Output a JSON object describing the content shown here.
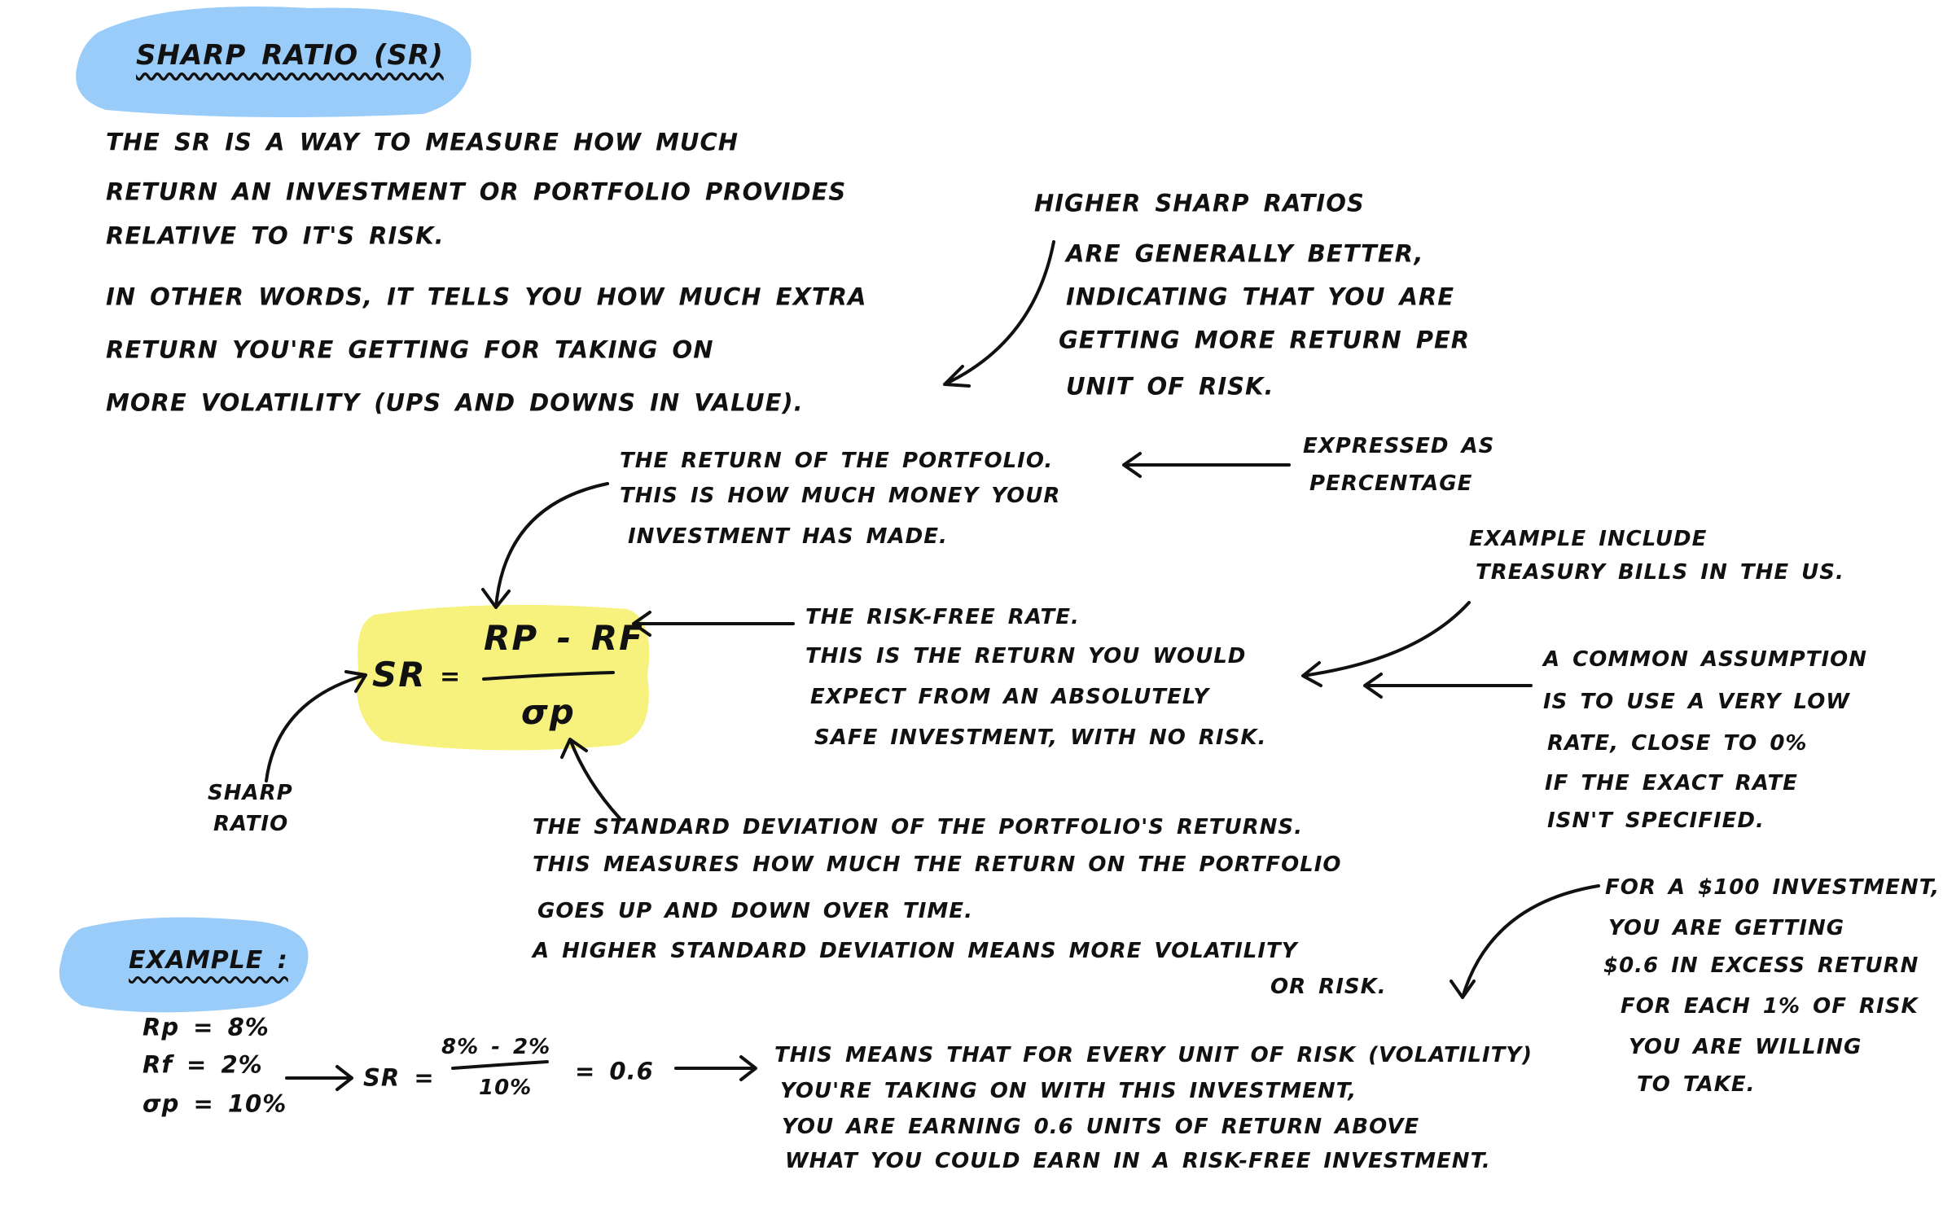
{
  "title": "SHARP RATIO (SR)",
  "intro": {
    "para1": [
      "THE SR IS A WAY TO MEASURE HOW MUCH",
      "RETURN AN INVESTMENT OR PORTFOLIO PROVIDES",
      "RELATIVE TO IT'S RISK."
    ],
    "para2": [
      "IN OTHER WORDS, IT TELLS YOU HOW MUCH EXTRA",
      "RETURN YOU'RE GETTING FOR TAKING ON",
      "MORE VOLATILITY (UPS AND DOWNS IN VALUE)."
    ]
  },
  "higher_note": [
    "HIGHER SHARP RATIOS",
    "ARE GENERALLY BETTER,",
    "INDICATING THAT YOU ARE",
    "GETTING MORE RETURN PER",
    "UNIT OF RISK."
  ],
  "formula": {
    "lhs": "SR",
    "equals": "=",
    "numerator": "Rp - Rf",
    "denominator": "σp",
    "label": [
      "SHARP",
      "RATIO"
    ]
  },
  "rp_note": [
    "THE RETURN OF THE PORTFOLIO.",
    "THIS IS HOW MUCH MONEY YOUR",
    "INVESTMENT HAS MADE."
  ],
  "percentage_note": [
    "EXPRESSED AS",
    "PERCENTAGE"
  ],
  "rf_note": [
    "THE RISK-FREE RATE.",
    "THIS IS THE RETURN YOU WOULD",
    "EXPECT FROM AN ABSOLUTELY",
    "SAFE INVESTMENT, WITH NO RISK."
  ],
  "treasury_note": [
    "EXAMPLE INCLUDE",
    "TREASURY BILLS IN THE US."
  ],
  "assumption_note": [
    "A COMMON ASSUMPTION",
    "IS TO USE A VERY LOW",
    "RATE, CLOSE TO 0%",
    "IF THE EXACT RATE",
    "ISN'T SPECIFIED."
  ],
  "sd_note": [
    "THE STANDARD DEVIATION OF THE PORTFOLIO'S RETURNS.",
    "THIS MEASURES HOW MUCH THE RETURN ON THE PORTFOLIO",
    "GOES UP AND DOWN OVER TIME.",
    "A HIGHER STANDARD DEVIATION MEANS MORE VOLATILITY",
    "OR RISK."
  ],
  "example": {
    "heading": "EXAMPLE :",
    "values": [
      "Rp = 8%",
      "Rf = 2%",
      "σp = 10%"
    ],
    "sr_label": "SR =",
    "numerator": "8% - 2%",
    "denominator": "10%",
    "result": "= 0.6",
    "meaning": [
      "THIS MEANS THAT FOR EVERY UNIT OF RISK (VOLATILITY)",
      "YOU'RE TAKING ON WITH THIS INVESTMENT,",
      "YOU ARE EARNING 0.6 UNITS OF RETURN ABOVE",
      "WHAT YOU COULD EARN IN A RISK-FREE INVESTMENT."
    ],
    "dollar_note": [
      "FOR A $100 INVESTMENT,",
      "YOU ARE GETTING",
      "$0.6 IN EXCESS RETURN",
      "FOR EACH 1% OF RISK",
      "YOU ARE WILLING",
      "TO TAKE."
    ]
  },
  "colors": {
    "ink": "#111111",
    "blue_highlight": "#99ccf9",
    "yellow_highlight": "#f7f17e"
  }
}
